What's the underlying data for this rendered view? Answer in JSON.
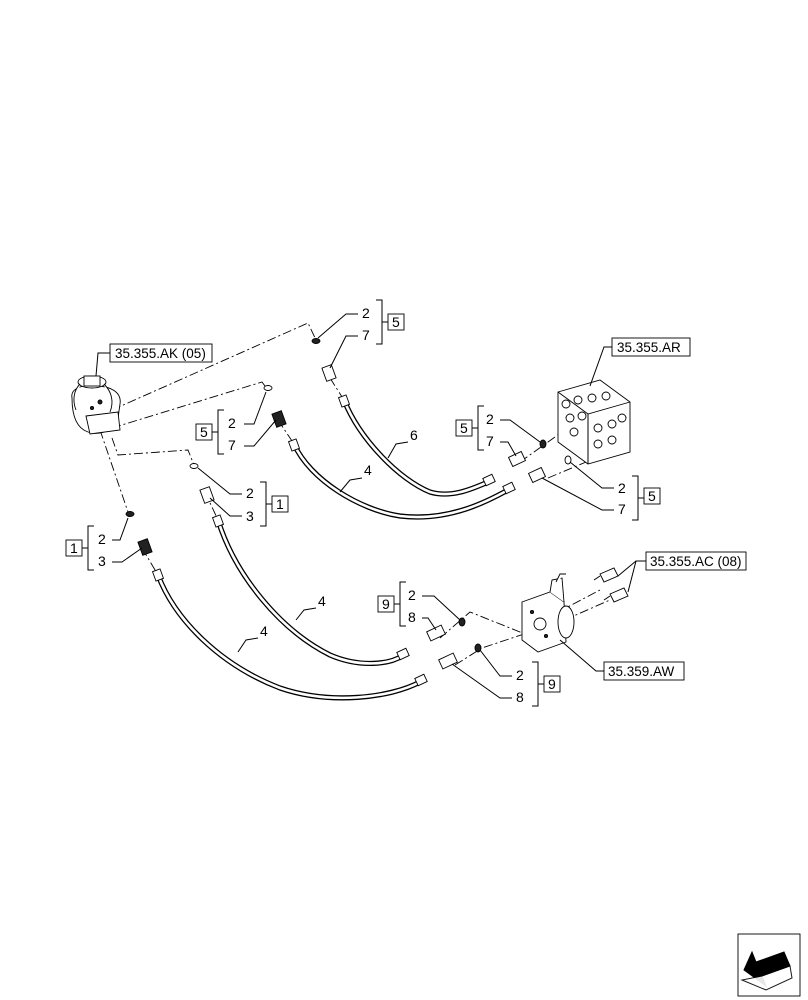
{
  "references": {
    "joystick": "35.355.AK (05)",
    "valve_block": "35.355.AR",
    "connectors": "35.355.AC (08)",
    "motor": "35.359.AW"
  },
  "callouts": {
    "c1": {
      "top": "2",
      "bottom": "7",
      "box": "5"
    },
    "c2": {
      "top": "2",
      "bottom": "7",
      "box": "5"
    },
    "c3": {
      "top": "2",
      "bottom": "3",
      "box": "1"
    },
    "c4": {
      "top": "2",
      "bottom": "3",
      "box": "1"
    },
    "c5": {
      "top": "2",
      "bottom": "7",
      "box": "5"
    },
    "c6": {
      "top": "2",
      "bottom": "7",
      "box": "5"
    },
    "c7": {
      "top": "2",
      "bottom": "8",
      "box": "9"
    },
    "c8": {
      "top": "2",
      "bottom": "8",
      "box": "9"
    }
  },
  "hose_labels": [
    "6",
    "4",
    "4",
    "4"
  ]
}
